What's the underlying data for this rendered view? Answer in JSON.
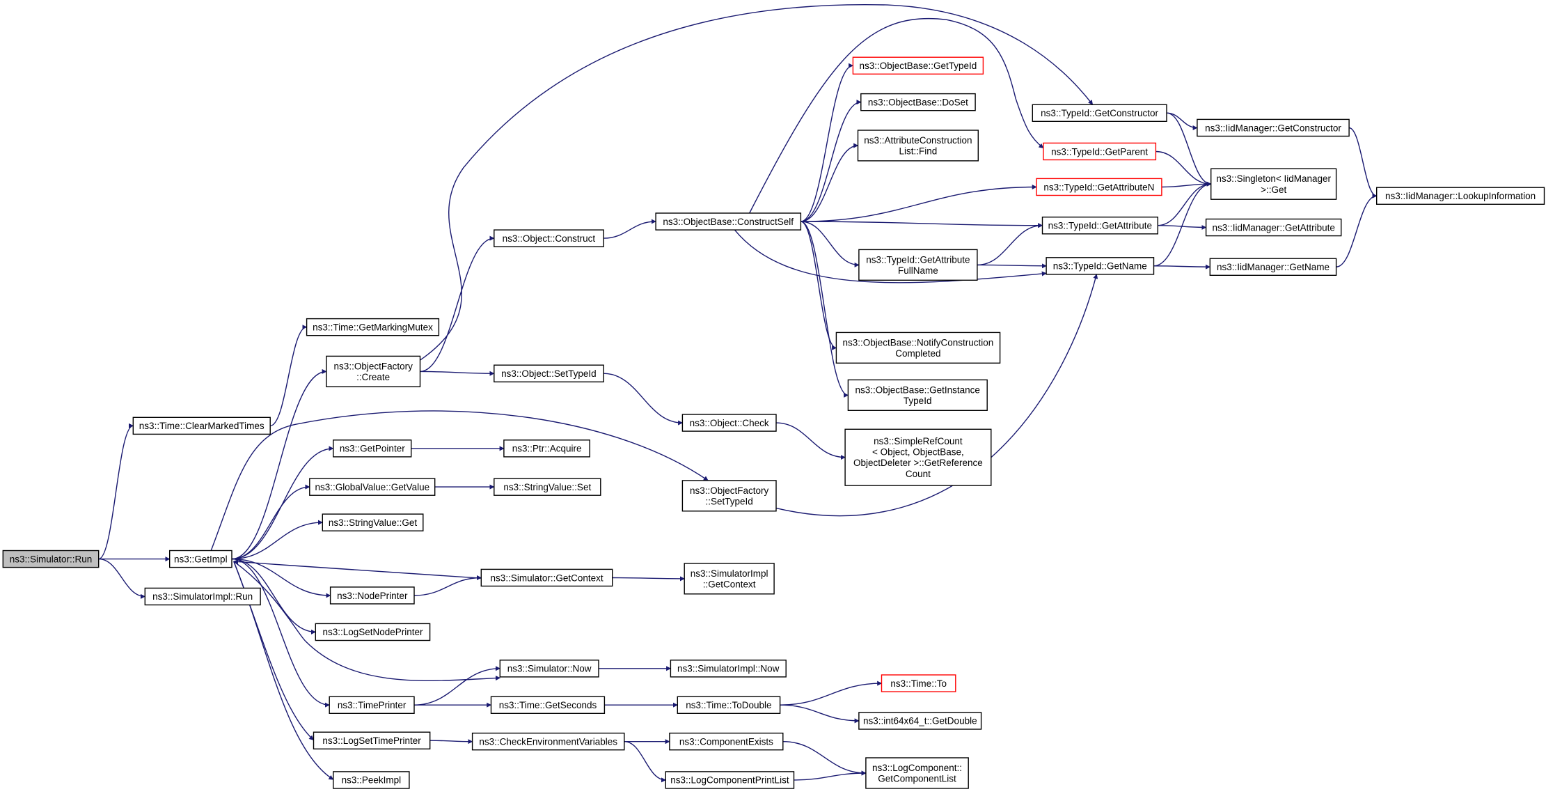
{
  "diagram": {
    "type": "call-graph",
    "colors": {
      "edge": "#191970",
      "node_border": "#000000",
      "node_border_truncated": "#ff0000",
      "root_fill": "#bfbfbf"
    },
    "nodes": [
      {
        "id": "run",
        "lines": [
          "ns3::Simulator::Run"
        ],
        "root": true
      },
      {
        "id": "clearmarked",
        "lines": [
          "ns3::Time::ClearMarkedTimes"
        ]
      },
      {
        "id": "getmarking",
        "lines": [
          "ns3::Time::GetMarkingMutex"
        ]
      },
      {
        "id": "getimpl",
        "lines": [
          "ns3::GetImpl"
        ]
      },
      {
        "id": "simimplrun",
        "lines": [
          "ns3::SimulatorImpl::Run"
        ]
      },
      {
        "id": "ofcreate",
        "lines": [
          "ns3::ObjectFactory",
          "::Create"
        ]
      },
      {
        "id": "getpointer",
        "lines": [
          "ns3::GetPointer"
        ]
      },
      {
        "id": "gvgetvalue",
        "lines": [
          "ns3::GlobalValue::GetValue"
        ]
      },
      {
        "id": "svget",
        "lines": [
          "ns3::StringValue::Get"
        ]
      },
      {
        "id": "nodeprinter",
        "lines": [
          "ns3::NodePrinter"
        ]
      },
      {
        "id": "logsetnode",
        "lines": [
          "ns3::LogSetNodePrinter"
        ]
      },
      {
        "id": "timeprinter",
        "lines": [
          "ns3::TimePrinter"
        ]
      },
      {
        "id": "logsettime",
        "lines": [
          "ns3::LogSetTimePrinter"
        ]
      },
      {
        "id": "peekimpl",
        "lines": [
          "ns3::PeekImpl"
        ]
      },
      {
        "id": "objconstruct",
        "lines": [
          "ns3::Object::Construct"
        ]
      },
      {
        "id": "objsettypeid",
        "lines": [
          "ns3::Object::SetTypeId"
        ]
      },
      {
        "id": "ptracquire",
        "lines": [
          "ns3::Ptr::Acquire"
        ]
      },
      {
        "id": "svset",
        "lines": [
          "ns3::StringValue::Set"
        ]
      },
      {
        "id": "simgetcontext",
        "lines": [
          "ns3::Simulator::GetContext"
        ]
      },
      {
        "id": "simnow",
        "lines": [
          "ns3::Simulator::Now"
        ]
      },
      {
        "id": "getseconds",
        "lines": [
          "ns3::Time::GetSeconds"
        ]
      },
      {
        "id": "checkenv",
        "lines": [
          "ns3::CheckEnvironmentVariables"
        ]
      },
      {
        "id": "constructself",
        "lines": [
          "ns3::ObjectBase::ConstructSelf"
        ]
      },
      {
        "id": "objcheck",
        "lines": [
          "ns3::Object::Check"
        ]
      },
      {
        "id": "ofsettypeid",
        "lines": [
          "ns3::ObjectFactory",
          "::SetTypeId"
        ]
      },
      {
        "id": "simimplgetcontext",
        "lines": [
          "ns3::SimulatorImpl",
          "::GetContext"
        ]
      },
      {
        "id": "simimplnow",
        "lines": [
          "ns3::SimulatorImpl::Now"
        ]
      },
      {
        "id": "todouble",
        "lines": [
          "ns3::Time::ToDouble"
        ]
      },
      {
        "id": "compexists",
        "lines": [
          "ns3::ComponentExists"
        ]
      },
      {
        "id": "logcompprintlist",
        "lines": [
          "ns3::LogComponentPrintList"
        ]
      },
      {
        "id": "obgettypeid",
        "lines": [
          "ns3::ObjectBase::GetTypeId"
        ],
        "truncated": true
      },
      {
        "id": "obdoset",
        "lines": [
          "ns3::ObjectBase::DoSet"
        ]
      },
      {
        "id": "acfind",
        "lines": [
          "ns3::AttributeConstruction",
          "List::Find"
        ]
      },
      {
        "id": "getattrfullname",
        "lines": [
          "ns3::TypeId::GetAttribute",
          "FullName"
        ]
      },
      {
        "id": "obnotify",
        "lines": [
          "ns3::ObjectBase::NotifyConstruction",
          "Completed"
        ]
      },
      {
        "id": "obgetinstance",
        "lines": [
          "ns3::ObjectBase::GetInstance",
          "TypeId"
        ]
      },
      {
        "id": "simplerefcount",
        "lines": [
          "ns3::SimpleRefCount",
          "< Object, ObjectBase,",
          "ObjectDeleter >::GetReference",
          "Count"
        ]
      },
      {
        "id": "timeto",
        "lines": [
          "ns3::Time::To"
        ],
        "truncated": true
      },
      {
        "id": "int64getdouble",
        "lines": [
          "ns3::int64x64_t::GetDouble"
        ]
      },
      {
        "id": "logcompgetlist",
        "lines": [
          "ns3::LogComponent::",
          "GetComponentList"
        ]
      },
      {
        "id": "tigetconstructor",
        "lines": [
          "ns3::TypeId::GetConstructor"
        ]
      },
      {
        "id": "tigetparent",
        "lines": [
          "ns3::TypeId::GetParent"
        ],
        "truncated": true
      },
      {
        "id": "tigetattributen",
        "lines": [
          "ns3::TypeId::GetAttributeN"
        ],
        "truncated": true
      },
      {
        "id": "tigetattribute",
        "lines": [
          "ns3::TypeId::GetAttribute"
        ]
      },
      {
        "id": "tigetname",
        "lines": [
          "ns3::TypeId::GetName"
        ]
      },
      {
        "id": "imgetconstructor",
        "lines": [
          "ns3::IidManager::GetConstructor"
        ]
      },
      {
        "id": "singletonget",
        "lines": [
          "ns3::Singleton< IidManager",
          ">::Get"
        ]
      },
      {
        "id": "imgetattribute",
        "lines": [
          "ns3::IidManager::GetAttribute"
        ]
      },
      {
        "id": "imgetname",
        "lines": [
          "ns3::IidManager::GetName"
        ]
      },
      {
        "id": "imlookup",
        "lines": [
          "ns3::IidManager::LookupInformation"
        ]
      }
    ],
    "edges": [
      [
        "run",
        "clearmarked"
      ],
      [
        "run",
        "getimpl"
      ],
      [
        "run",
        "simimplrun"
      ],
      [
        "clearmarked",
        "getmarking"
      ],
      [
        "getimpl",
        "ofcreate"
      ],
      [
        "getimpl",
        "getpointer"
      ],
      [
        "getimpl",
        "gvgetvalue"
      ],
      [
        "getimpl",
        "svget"
      ],
      [
        "getimpl",
        "nodeprinter"
      ],
      [
        "getimpl",
        "logsetnode"
      ],
      [
        "getimpl",
        "timeprinter"
      ],
      [
        "getimpl",
        "logsettime"
      ],
      [
        "getimpl",
        "peekimpl"
      ],
      [
        "getimpl",
        "ofsettypeid"
      ],
      [
        "getimpl",
        "simnow"
      ],
      [
        "simgetcontext",
        "getimpl"
      ],
      [
        "ofcreate",
        "objconstruct"
      ],
      [
        "ofcreate",
        "objsettypeid"
      ],
      [
        "ofcreate",
        "tigetconstructor"
      ],
      [
        "getpointer",
        "ptracquire"
      ],
      [
        "gvgetvalue",
        "svset"
      ],
      [
        "nodeprinter",
        "simgetcontext"
      ],
      [
        "simgetcontext",
        "simimplgetcontext"
      ],
      [
        "timeprinter",
        "simnow"
      ],
      [
        "timeprinter",
        "getseconds"
      ],
      [
        "simnow",
        "simimplnow"
      ],
      [
        "getseconds",
        "todouble"
      ],
      [
        "todouble",
        "timeto"
      ],
      [
        "todouble",
        "int64getdouble"
      ],
      [
        "logsettime",
        "checkenv"
      ],
      [
        "checkenv",
        "compexists"
      ],
      [
        "checkenv",
        "logcompprintlist"
      ],
      [
        "compexists",
        "logcompgetlist"
      ],
      [
        "logcompprintlist",
        "logcompgetlist"
      ],
      [
        "objconstruct",
        "constructself"
      ],
      [
        "objsettypeid",
        "objcheck"
      ],
      [
        "objcheck",
        "simplerefcount"
      ],
      [
        "ofsettypeid",
        "tigetname"
      ],
      [
        "constructself",
        "obgettypeid"
      ],
      [
        "constructself",
        "obdoset"
      ],
      [
        "constructself",
        "acfind"
      ],
      [
        "constructself",
        "getattrfullname"
      ],
      [
        "constructself",
        "obnotify"
      ],
      [
        "constructself",
        "obgetinstance"
      ],
      [
        "constructself",
        "tigetparent"
      ],
      [
        "constructself",
        "tigetattributen"
      ],
      [
        "constructself",
        "tigetattribute"
      ],
      [
        "constructself",
        "tigetname"
      ],
      [
        "getattrfullname",
        "tigetattribute"
      ],
      [
        "getattrfullname",
        "tigetname"
      ],
      [
        "tigetconstructor",
        "imgetconstructor"
      ],
      [
        "tigetconstructor",
        "singletonget"
      ],
      [
        "tigetparent",
        "singletonget"
      ],
      [
        "tigetattributen",
        "singletonget"
      ],
      [
        "tigetattribute",
        "singletonget"
      ],
      [
        "tigetattribute",
        "imgetattribute"
      ],
      [
        "tigetname",
        "singletonget"
      ],
      [
        "tigetname",
        "imgetname"
      ],
      [
        "imgetconstructor",
        "imlookup"
      ],
      [
        "imgetname",
        "imlookup"
      ]
    ]
  }
}
